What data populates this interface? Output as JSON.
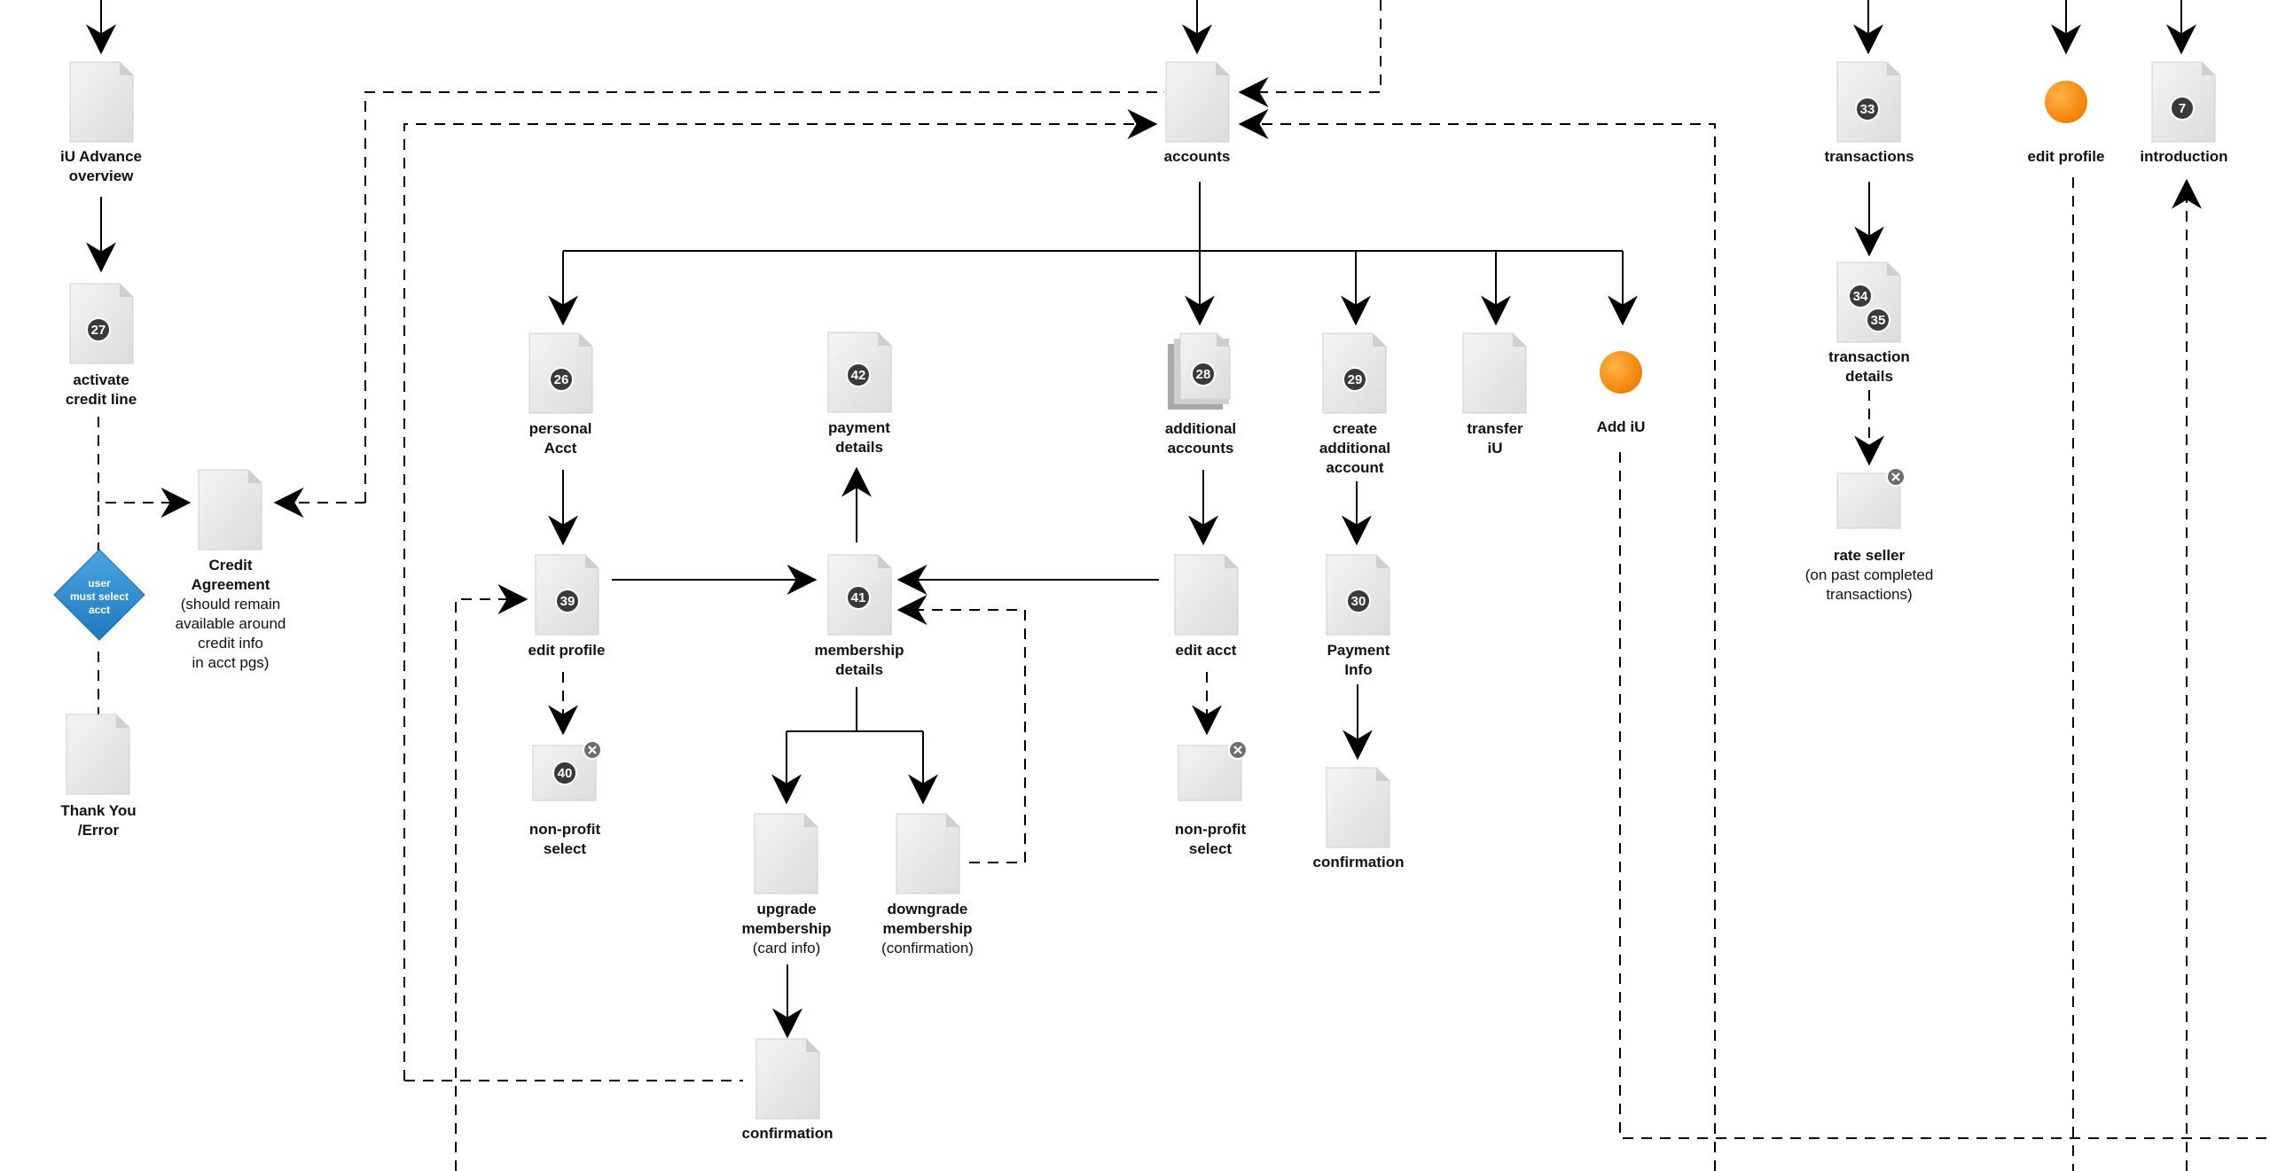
{
  "nodes": {
    "iu_advance_overview": {
      "label": [
        "iU Advance",
        "overview"
      ]
    },
    "activate_credit_line": {
      "badge": "27",
      "label": [
        "activate",
        "credit line"
      ]
    },
    "credit_agreement": {
      "title": "Credit",
      "title2": "Agreement",
      "note": [
        "(should remain",
        "available around",
        "credit info",
        "in acct pgs)"
      ]
    },
    "user_must_select": {
      "label": [
        "user",
        "must select",
        "acct"
      ]
    },
    "thank_you": {
      "label": [
        "Thank You",
        "/Error"
      ]
    },
    "accounts": {
      "label": [
        "accounts"
      ]
    },
    "personal_acct": {
      "badge": "26",
      "label": [
        "personal",
        "Acct"
      ]
    },
    "payment_details": {
      "badge": "42",
      "label": [
        "payment",
        "details"
      ]
    },
    "additional_accounts": {
      "badge": "28",
      "label": [
        "additional",
        "accounts"
      ]
    },
    "create_additional_account": {
      "badge": "29",
      "label": [
        "create",
        "additional",
        "account"
      ]
    },
    "transfer_iu": {
      "label": [
        "transfer",
        "iU"
      ]
    },
    "add_iu": {
      "label": [
        "Add iU"
      ]
    },
    "edit_profile_39": {
      "badge": "39",
      "label": [
        "edit profile"
      ]
    },
    "membership_details": {
      "badge": "41",
      "label": [
        "membership",
        "details"
      ]
    },
    "edit_acct": {
      "label": [
        "edit acct"
      ]
    },
    "payment_info": {
      "badge": "30",
      "label": [
        "Payment",
        "Info"
      ]
    },
    "non_profit_select_40": {
      "badge": "40",
      "label": [
        "non-profit",
        "select"
      ]
    },
    "non_profit_select_b": {
      "label": [
        "non-profit",
        "select"
      ]
    },
    "confirmation_30": {
      "label": [
        "confirmation"
      ]
    },
    "upgrade_membership": {
      "label": [
        "upgrade",
        "membership"
      ],
      "note": "(card info)"
    },
    "downgrade_membership": {
      "label": [
        "downgrade",
        "membership"
      ],
      "note": "(confirmation)"
    },
    "confirmation_upgrade": {
      "label": [
        "confirmation"
      ]
    },
    "transactions": {
      "badge": "33",
      "label": [
        "transactions"
      ]
    },
    "transaction_details": {
      "badges": [
        "34",
        "35"
      ],
      "label": [
        "transaction",
        "details"
      ]
    },
    "rate_seller": {
      "label": [
        "rate seller"
      ],
      "note": [
        "(on past completed",
        "transactions)"
      ]
    },
    "edit_profile_top": {
      "label": [
        "edit profile"
      ]
    },
    "introduction": {
      "badge": "7",
      "label": [
        "introduction"
      ]
    }
  },
  "colors": {
    "badge": "#3a3a3a",
    "orange": "#f7941d",
    "diamond": "#2b8fd3",
    "page": "#e9e9e9",
    "line": "#000000"
  },
  "icons": {
    "page": "page-icon",
    "stacked": "stacked-pages-icon",
    "screen": "screen-icon",
    "close": "close-icon",
    "circle": "orange-circle-icon",
    "decision": "decision-diamond-icon"
  }
}
